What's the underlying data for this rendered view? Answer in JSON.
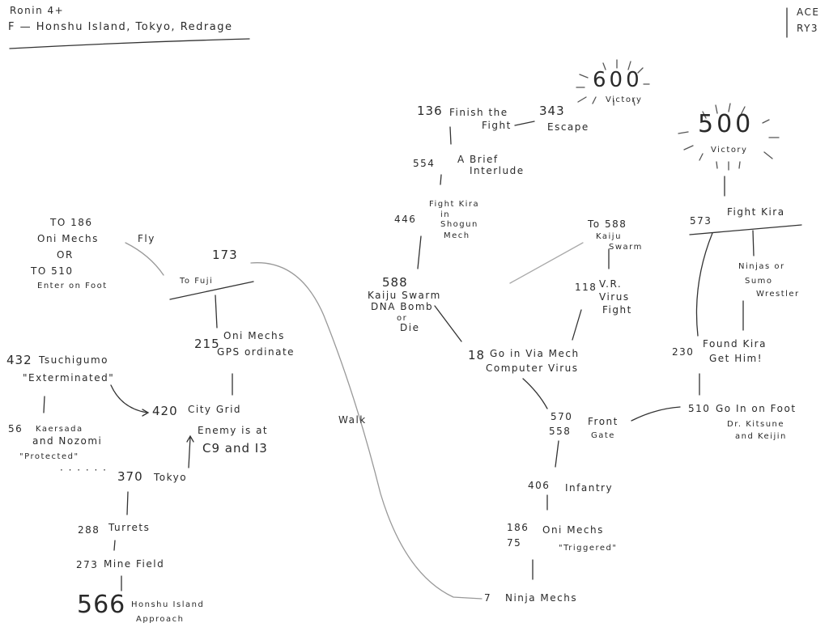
{
  "header": {
    "line1": "Ronin 4+",
    "line2": "F — Honshu Island, Tokyo, Redrage",
    "corner1": "ACE",
    "corner2": "RY3"
  },
  "left": {
    "alt": [
      "TO 186",
      "Oni Mechs",
      "OR",
      "TO 510",
      "Enter on Foot"
    ],
    "fly": "Fly",
    "n173": "173",
    "n173_text": "To Fuji",
    "n215": "215",
    "n215_text": [
      "Oni Mechs",
      "GPS ordinate"
    ],
    "n432": "432",
    "n432_text": "Tsuchigumo",
    "n432_note": "\"Exterminated\"",
    "n420": "420",
    "n420_text": "City Grid",
    "n420_note": [
      "Enemy is at",
      "C9 and I3"
    ],
    "n56": "56",
    "n56_text": [
      "Kaersada",
      "and Nozomi"
    ],
    "n56_note": "\"Protected\"",
    "n370_dots": "· · · · · ·",
    "n370": "370",
    "n370_text": "Tokyo",
    "n288": "288",
    "n288_text": "Turrets",
    "n273": "273",
    "n273_text": "Mine Field",
    "n566": "566",
    "n566_text": [
      "Honshu Island",
      "Approach"
    ],
    "walk": "Walk"
  },
  "right": {
    "n136": "136",
    "n136_text": [
      "Finish the",
      "Fight"
    ],
    "n343": "343",
    "n343_text": "Escape",
    "n600": "600",
    "n600_text": "Victory",
    "n554": "554",
    "n554_text": [
      "A Brief",
      "Interlude"
    ],
    "n446": "446",
    "n446_text": [
      "Fight Kira",
      "in",
      "Shogun",
      "Mech"
    ],
    "to588": [
      "To 588",
      "Kaiju",
      "Swarm"
    ],
    "n588": "588",
    "n588_text": [
      "Kaiju Swarm",
      "DNA Bomb",
      "or",
      "Die"
    ],
    "n118": "118",
    "n118_text": [
      "V.R.",
      "Virus",
      "Fight"
    ],
    "n18": "18",
    "n18_text": [
      "Go in Via Mech",
      "Computer Virus"
    ],
    "n570": "570",
    "n558": "558",
    "n570_text": [
      "Front",
      "Gate"
    ],
    "n406": "406",
    "n406_text": "Infantry",
    "n186": "186",
    "n75": "75",
    "n186_text": "Oni Mechs",
    "n186_note": "\"Triggered\"",
    "n7": "7",
    "n7_text": "Ninja Mechs",
    "n500": "500",
    "n500_text": "Victory",
    "n573": "573",
    "n573_text": "Fight Kira",
    "ninjas": [
      "Ninjas or",
      "Sumo",
      "Wrestler"
    ],
    "n230": "230",
    "n230_text": [
      "Found Kira",
      "Get Him!"
    ],
    "n510": "510",
    "n510_text": [
      "Go In on Foot",
      "Dr. Kitsune",
      "and Keijin"
    ]
  }
}
